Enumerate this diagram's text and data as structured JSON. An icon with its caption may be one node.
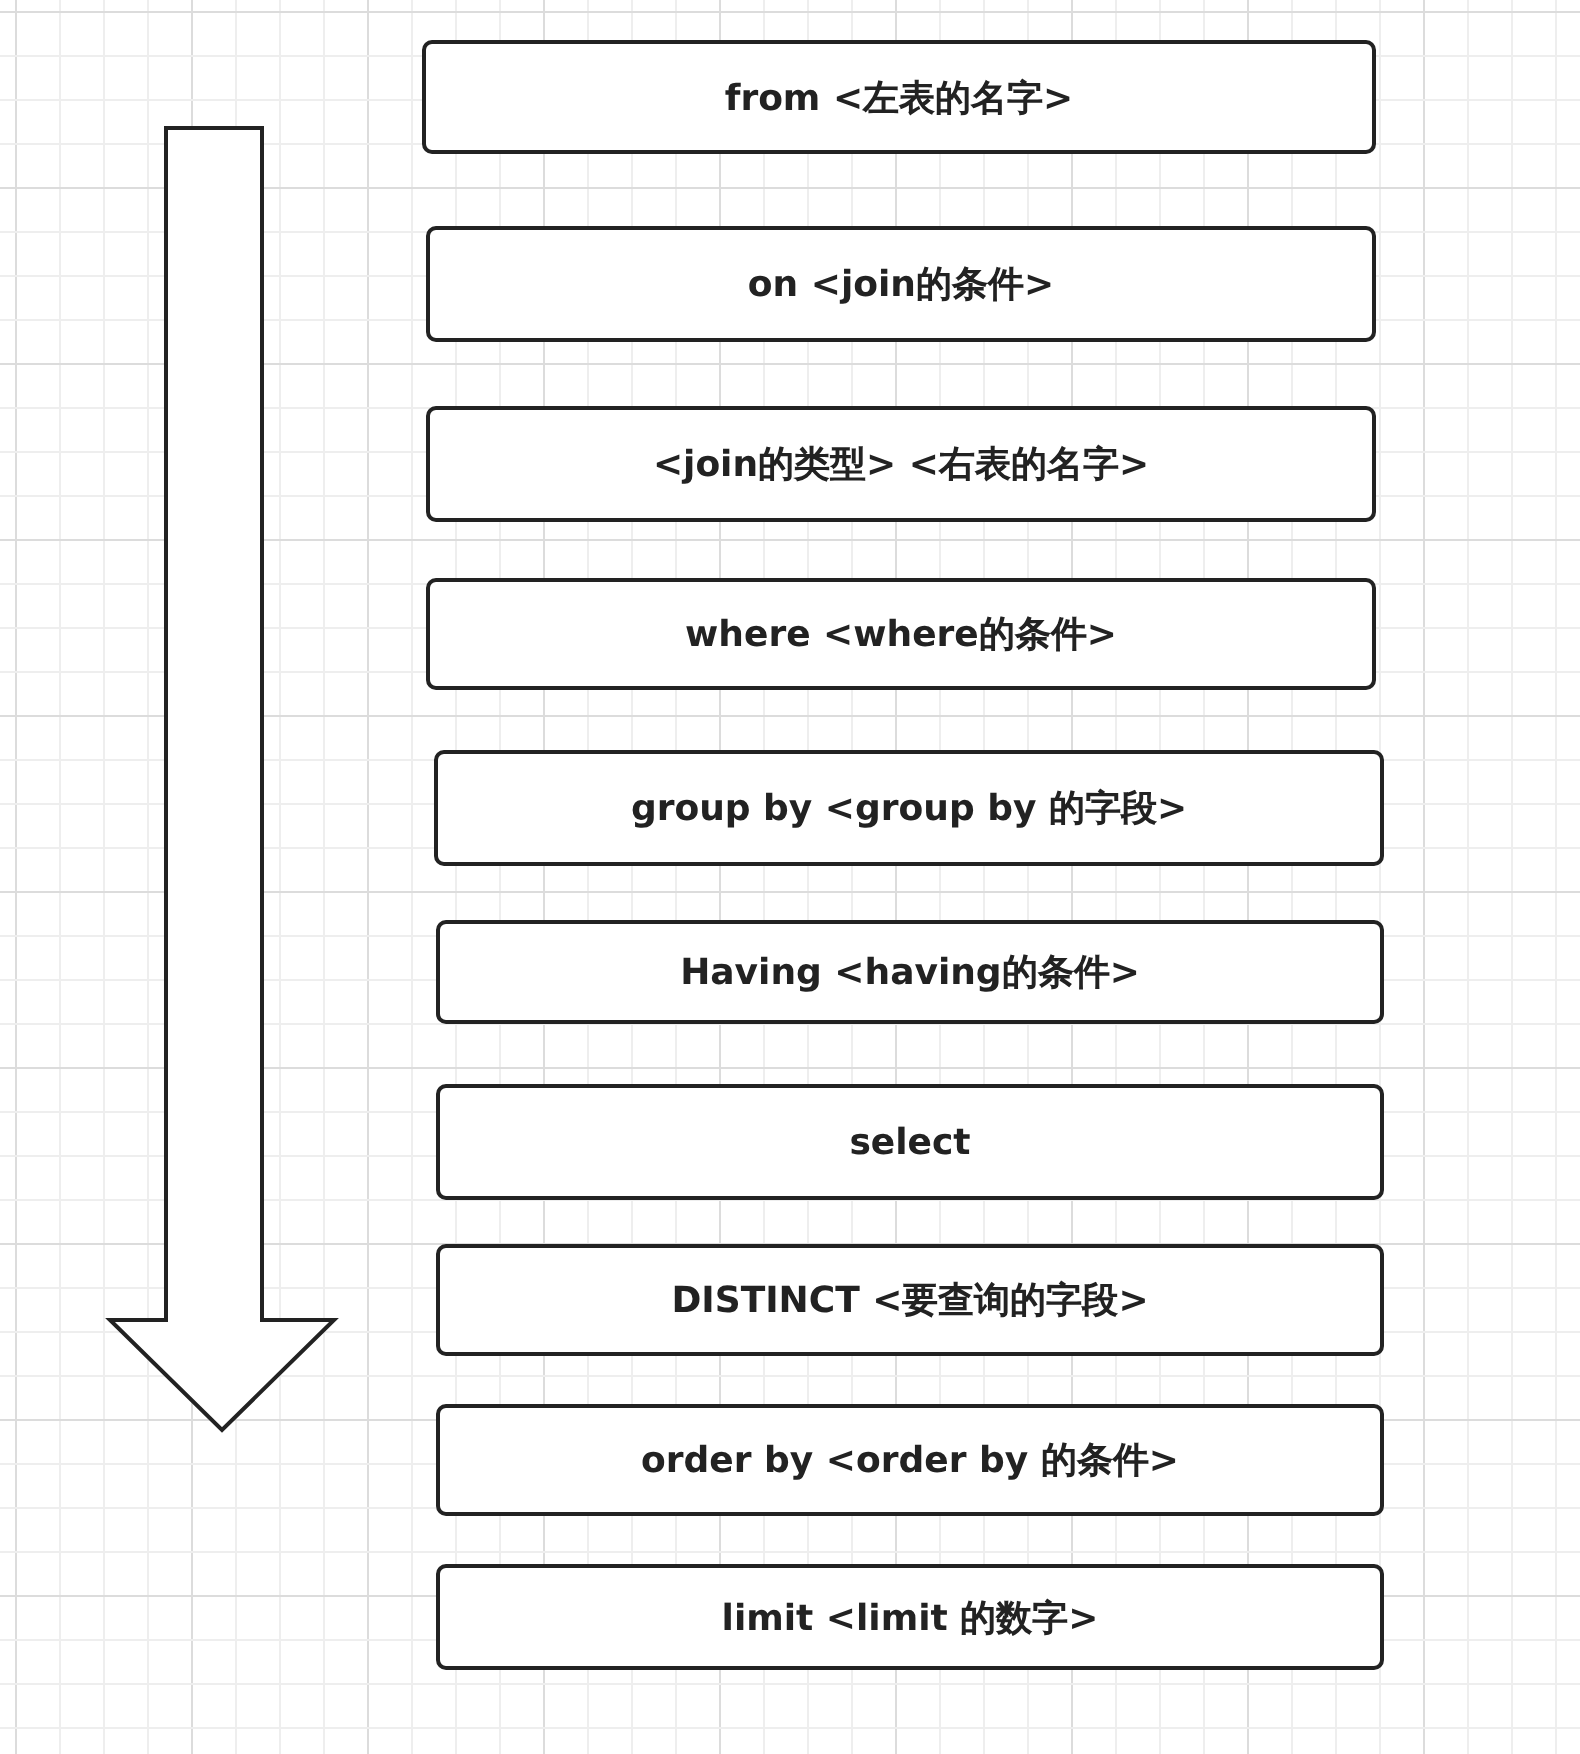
{
  "diagram": {
    "nodes": [
      {
        "text": [
          "from <左表的名字>"
        ]
      },
      {
        "text": [
          "on <join的条件>"
        ]
      },
      {
        "text": [
          "<join的类型> <右表的名字>"
        ]
      },
      {
        "text": [
          "where <where的条件>"
        ]
      },
      {
        "text": [
          "group by <group by 的字段>"
        ]
      },
      {
        "text": [
          "Having <having的条件>"
        ]
      },
      {
        "text": [
          "select"
        ]
      },
      {
        "text": [
          "DISTINCT <要查询的字段>"
        ]
      },
      {
        "text": [
          "order by <order by 的条件>"
        ]
      },
      {
        "text": [
          "limit <limit 的数字>"
        ]
      }
    ]
  }
}
